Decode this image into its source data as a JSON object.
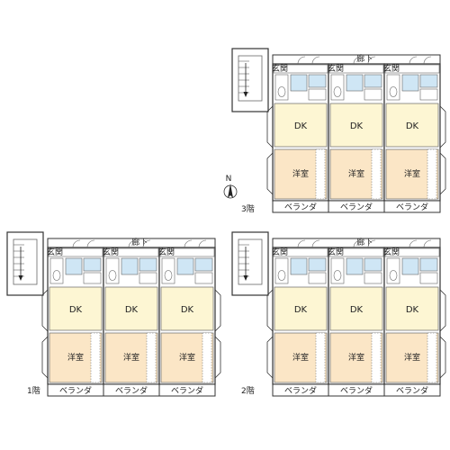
{
  "floors": [
    {
      "floor_label": "1階",
      "corridor_label": "廊下",
      "units": [
        {
          "entrance": "玄関",
          "dk": "DK",
          "room": "洋室",
          "balcony": "ベランダ"
        },
        {
          "entrance": "玄関",
          "dk": "DK",
          "room": "洋室",
          "balcony": "ベランダ"
        },
        {
          "entrance": "玄関",
          "dk": "DK",
          "room": "洋室",
          "balcony": "ベランダ"
        }
      ]
    },
    {
      "floor_label": "2階",
      "corridor_label": "廊下",
      "units": [
        {
          "entrance": "玄関",
          "dk": "DK",
          "room": "洋室",
          "balcony": "ベランダ"
        },
        {
          "entrance": "玄関",
          "dk": "DK",
          "room": "洋室",
          "balcony": "ベランダ"
        },
        {
          "entrance": "玄関",
          "dk": "DK",
          "room": "洋室",
          "balcony": "ベランダ"
        }
      ]
    },
    {
      "floor_label": "3階",
      "corridor_label": "廊下",
      "units": [
        {
          "entrance": "玄関",
          "dk": "DK",
          "room": "洋室",
          "balcony": "ベランダ"
        },
        {
          "entrance": "玄関",
          "dk": "DK",
          "room": "洋室",
          "balcony": "ベランダ"
        },
        {
          "entrance": "玄関",
          "dk": "DK",
          "room": "洋室",
          "balcony": "ベランダ"
        }
      ]
    }
  ],
  "compass": {
    "label": "N",
    "icon": "north-arrow-icon"
  },
  "colors": {
    "dk_fill": "#fdf6d3",
    "room_fill": "#fbe6c6",
    "bath_fill": "#cfe6f5",
    "wall": "#333333",
    "line": "#666666"
  }
}
